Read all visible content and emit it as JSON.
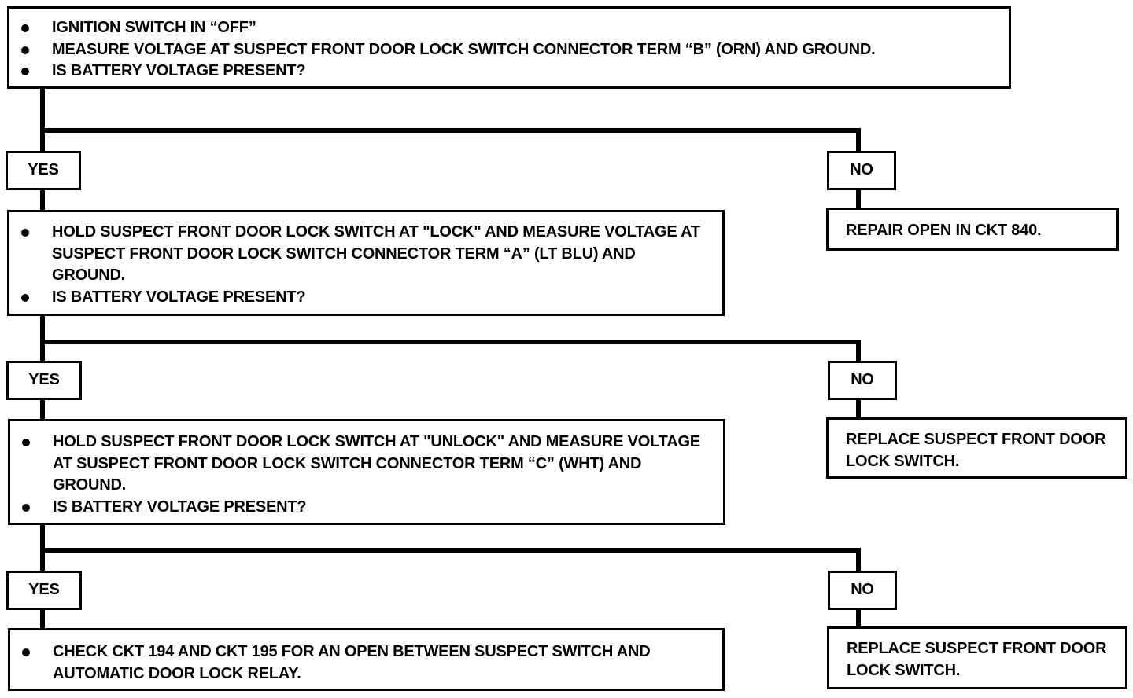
{
  "steps": [
    {
      "items": [
        "IGNITION SWITCH IN “OFF”",
        "MEASURE VOLTAGE AT SUSPECT FRONT DOOR LOCK SWITCH CONNECTOR TERM “B” (ORN) AND GROUND.",
        "IS BATTERY VOLTAGE PRESENT?"
      ]
    },
    {
      "items": [
        "HOLD SUSPECT FRONT DOOR LOCK SWITCH AT \"LOCK\" AND MEASURE VOLTAGE AT SUSPECT FRONT DOOR LOCK SWITCH CONNECTOR TERM “A” (LT BLU) AND GROUND.",
        "IS BATTERY VOLTAGE PRESENT?"
      ]
    },
    {
      "items": [
        "HOLD SUSPECT FRONT DOOR LOCK SWITCH AT \"UNLOCK\" AND MEASURE VOLTAGE AT SUSPECT FRONT DOOR LOCK SWITCH CONNECTOR TERM “C” (WHT) AND GROUND.",
        "IS BATTERY VOLTAGE PRESENT?"
      ]
    },
    {
      "items": [
        "CHECK CKT 194 AND CKT 195 FOR AN OPEN BETWEEN SUSPECT SWITCH AND AUTOMATIC DOOR LOCK RELAY."
      ]
    }
  ],
  "branches": [
    {
      "yes": "YES",
      "no": "NO",
      "no_result": "REPAIR OPEN IN CKT 840."
    },
    {
      "yes": "YES",
      "no": "NO",
      "no_result": "REPLACE SUSPECT FRONT DOOR LOCK SWITCH."
    },
    {
      "yes": "YES",
      "no": "NO",
      "no_result": "REPLACE SUSPECT FRONT DOOR LOCK SWITCH."
    }
  ]
}
